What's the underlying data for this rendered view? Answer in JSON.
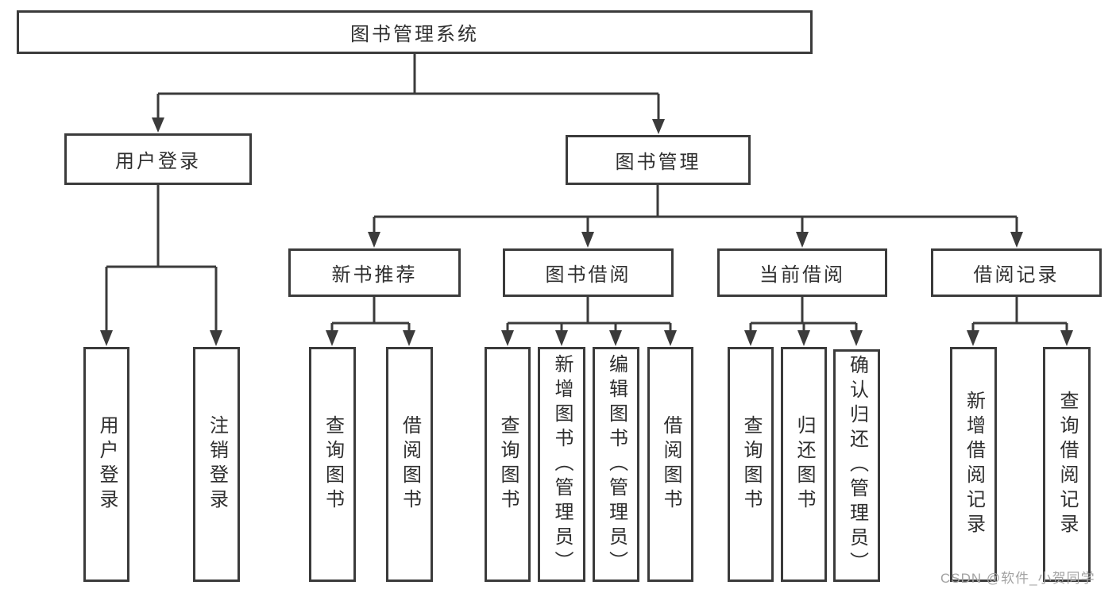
{
  "diagram": {
    "tree": {
      "label": "图书管理系统",
      "children": [
        {
          "label": "用户登录",
          "children": [
            {
              "label": "用户登录"
            },
            {
              "label": "注销登录"
            }
          ]
        },
        {
          "label": "图书管理",
          "children": [
            {
              "label": "新书推荐",
              "children": [
                {
                  "label": "查询图书"
                },
                {
                  "label": "借阅图书"
                }
              ]
            },
            {
              "label": "图书借阅",
              "children": [
                {
                  "label": "查询图书"
                },
                {
                  "label": "新增图书（管理员）"
                },
                {
                  "label": "编辑图书（管理员）"
                },
                {
                  "label": "借阅图书"
                }
              ]
            },
            {
              "label": "当前借阅",
              "children": [
                {
                  "label": "查询图书"
                },
                {
                  "label": "归还图书"
                },
                {
                  "label": "确认归还（管理员）"
                }
              ]
            },
            {
              "label": "借阅记录",
              "children": [
                {
                  "label": "新增借阅记录"
                },
                {
                  "label": "查询借阅记录"
                }
              ]
            }
          ]
        }
      ]
    }
  },
  "watermark": {
    "text": "CSDN @软件_小贺同学"
  },
  "colors": {
    "line": "#3b3b3b",
    "text": "#2f2f2f",
    "watermark": "#a3a3a3",
    "background": "#ffffff"
  }
}
